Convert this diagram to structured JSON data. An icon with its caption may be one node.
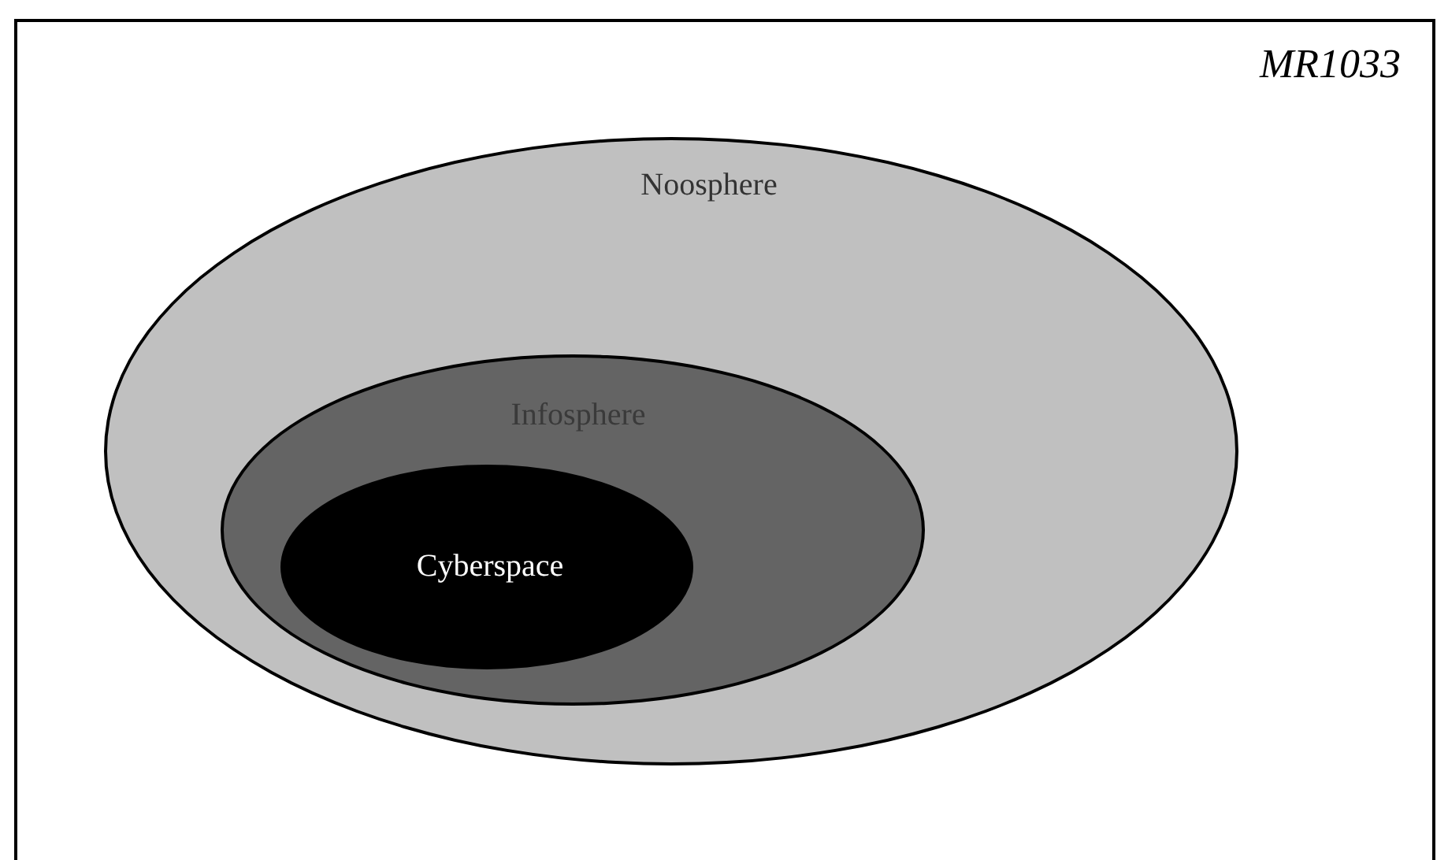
{
  "diagram": {
    "nodes": [
      {
        "text": [
          "Noosphere"
        ]
      },
      {
        "text": [
          "Infosphere"
        ],
        "in": 0
      },
      {
        "text": [
          "Cyberspace"
        ],
        "in": 1
      }
    ],
    "edges": [],
    "labels": [
      "MR1033"
    ]
  }
}
